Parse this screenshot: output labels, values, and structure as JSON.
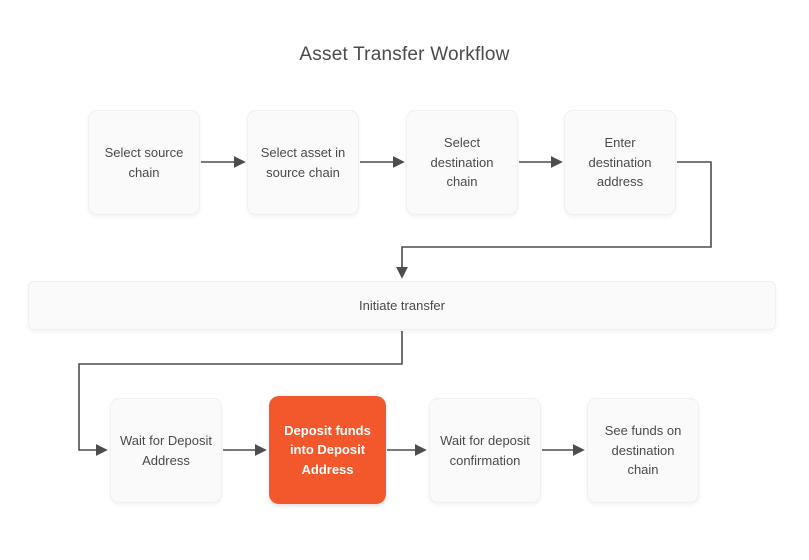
{
  "title": "Asset Transfer Workflow",
  "colors": {
    "node_fill": "#fafafa",
    "node_text": "#4a4a4a",
    "highlight_fill": "#f2582b",
    "highlight_text": "#ffffff",
    "connector": "#4d4d4d"
  },
  "flow": {
    "row1": [
      {
        "id": "select-source-chain",
        "label": "Select source chain"
      },
      {
        "id": "select-asset-in-source-chain",
        "label": "Select asset in source chain"
      },
      {
        "id": "select-destination-chain",
        "label": "Select destination chain"
      },
      {
        "id": "enter-destination-address",
        "label": "Enter destination address"
      }
    ],
    "initiate": {
      "id": "initiate-transfer",
      "label": "Initiate transfer"
    },
    "row2": [
      {
        "id": "wait-for-deposit-address",
        "label": "Wait for Deposit Address"
      },
      {
        "id": "deposit-funds-into-deposit-address",
        "label": "Deposit funds into Deposit Address",
        "highlighted": true
      },
      {
        "id": "wait-for-deposit-confirmation",
        "label": "Wait for deposit confirmation"
      },
      {
        "id": "see-funds-on-destination-chain",
        "label": "See funds on destination chain"
      }
    ]
  }
}
